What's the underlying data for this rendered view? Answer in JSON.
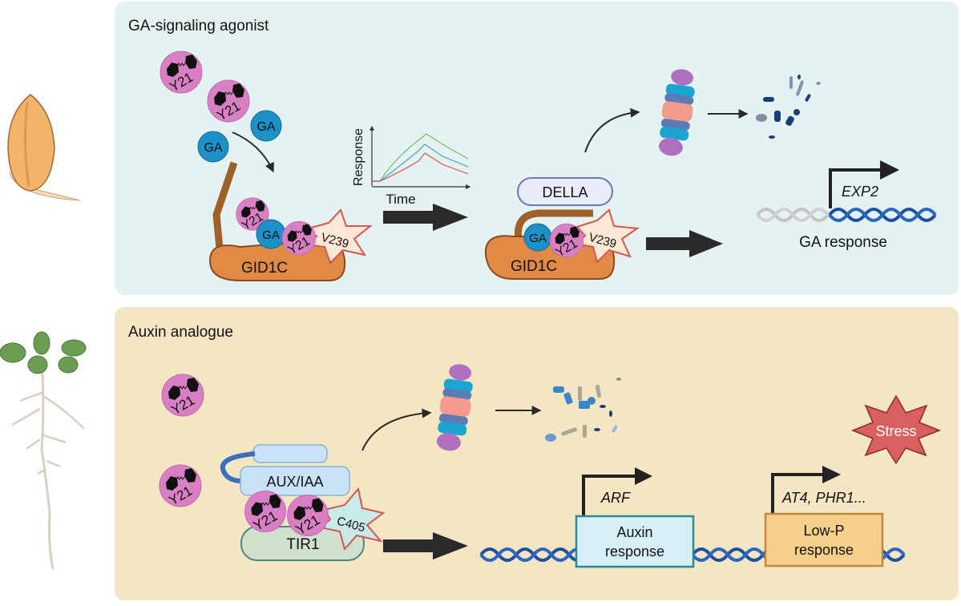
{
  "panels": {
    "ga": {
      "title": "GA-signaling agonist",
      "free_ligands": [
        "Y21",
        "Y21",
        "GA",
        "GA"
      ],
      "inset_plot": {
        "ylabel": "Response",
        "xlabel": "Time"
      },
      "complex1": {
        "receptor": "GID1C",
        "ligand_ga": "GA",
        "ligand_y21a": "Y21",
        "ligand_y21b": "Y21",
        "residue": "V239"
      },
      "complex2": {
        "partner": "DELLA",
        "receptor": "GID1C",
        "ligand_ga": "GA",
        "ligand_y21": "Y21",
        "residue": "V239"
      },
      "gene": "EXP2",
      "output": "GA response"
    },
    "auxin": {
      "title": "Auxin analogue",
      "free_ligands": [
        "Y21",
        "Y21"
      ],
      "complex": {
        "corepressor": "AUX/IAA",
        "receptor": "TIR1",
        "ligand_a": "Y21",
        "ligand_b": "Y21",
        "residue": "C405"
      },
      "gene1": "ARF",
      "box1_line1": "Auxin",
      "box1_line2": "response",
      "gene2": "AT4, PHR1...",
      "box2_line1": "Low-P",
      "box2_line2": "response",
      "stress": "Stress"
    }
  },
  "colors": {
    "ga_panel_bg": "#e4f2f1",
    "auxin_panel_bg": "#f4e5c3",
    "y21": "#d97fc4",
    "ga": "#1e90c8",
    "gid1c": "#e08a46",
    "della": "#e8ecf8",
    "aux_iaa": "#c9e2f5",
    "tir1": "#cfe0cc",
    "dna": "#1f4fa0",
    "stress": "#d9605f"
  }
}
